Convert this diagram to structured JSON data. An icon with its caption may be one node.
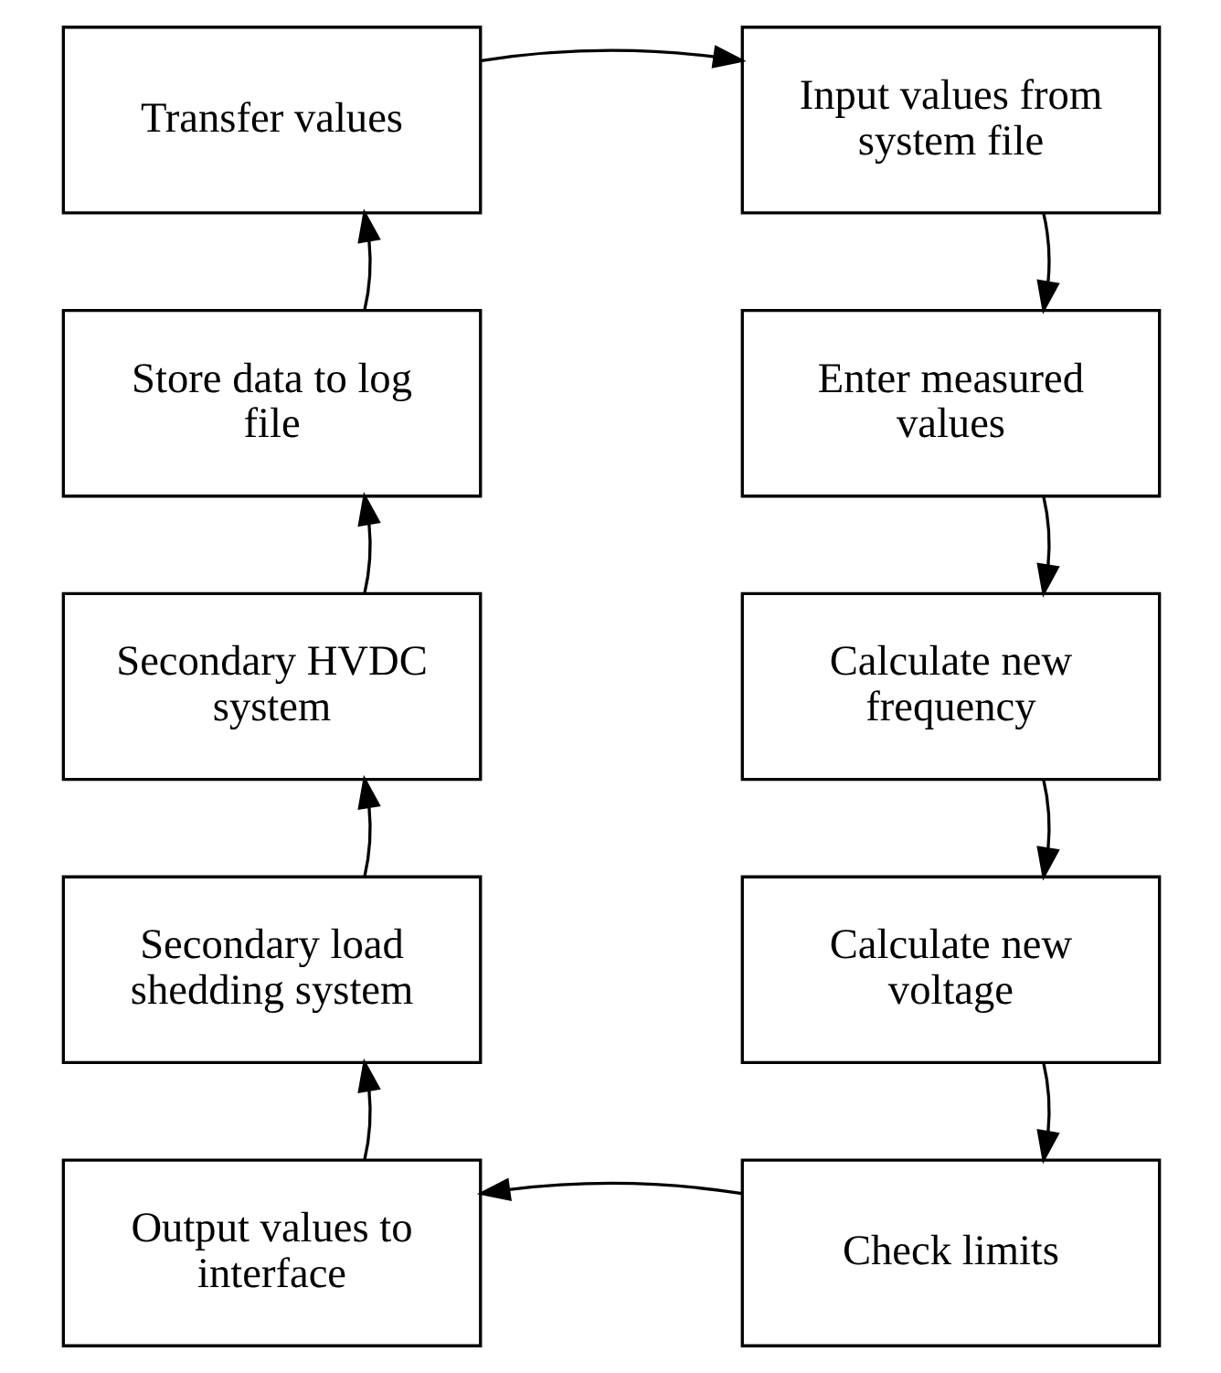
{
  "diagram": {
    "nodes": [
      {
        "text": [
          "Transfer values"
        ]
      },
      {
        "text": [
          "Input values from system file"
        ]
      },
      {
        "text": [
          "Enter measured values"
        ]
      },
      {
        "text": [
          "Calculate new frequency"
        ]
      },
      {
        "text": [
          "Calculate new voltage"
        ]
      },
      {
        "text": [
          "Check limits"
        ]
      },
      {
        "text": [
          "Output values to interface"
        ]
      },
      {
        "text": [
          "Secondary load shedding system"
        ]
      },
      {
        "text": [
          "Secondary HVDC system"
        ]
      },
      {
        "text": [
          "Store data to log file"
        ]
      }
    ],
    "edges": [
      {
        "from": 0,
        "to": 1,
        "arrow": "to"
      },
      {
        "from": 1,
        "to": 2,
        "arrow": "to"
      },
      {
        "from": 2,
        "to": 3,
        "arrow": "to"
      },
      {
        "from": 3,
        "to": 4,
        "arrow": "to"
      },
      {
        "from": 4,
        "to": 5,
        "arrow": "to"
      },
      {
        "from": 5,
        "to": 6,
        "arrow": "to"
      },
      {
        "from": 6,
        "to": 7,
        "arrow": "to"
      },
      {
        "from": 7,
        "to": 8,
        "arrow": "to"
      },
      {
        "from": 8,
        "to": 9,
        "arrow": "to"
      },
      {
        "from": 9,
        "to": 0,
        "arrow": "to"
      }
    ]
  }
}
